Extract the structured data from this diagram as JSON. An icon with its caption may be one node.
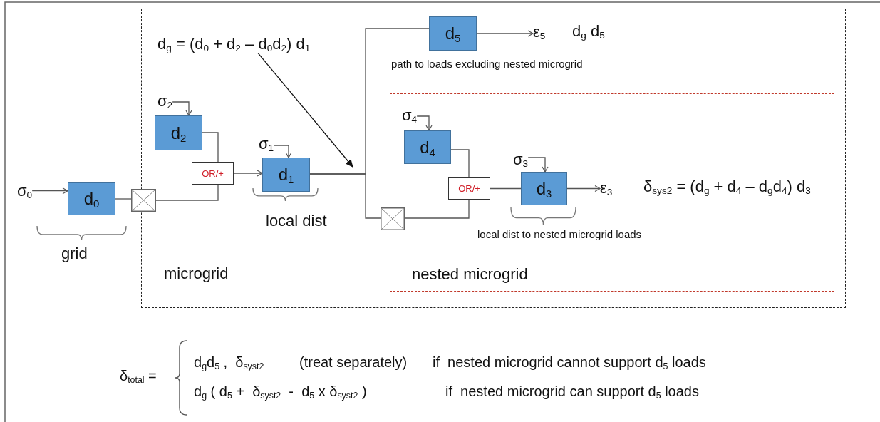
{
  "diagram": {
    "nodes": [
      {
        "text": [
          "microgrid"
        ]
      },
      {
        "text": [
          "nested microgrid"
        ],
        "in": 0
      },
      {
        "text": [
          "σ$_{0}$"
        ]
      },
      {
        "text": [
          "d$_{0}$"
        ],
        "beside": [
          "grid"
        ]
      },
      {
        "text": [],
        "shape": "box"
      },
      {
        "text": [
          "d$_{2}$"
        ],
        "in": 0
      },
      {
        "text": [
          "σ$_{2}$"
        ],
        "in": 0
      },
      {
        "text": [
          "OR/+"
        ],
        "in": 0
      },
      {
        "text": [
          "σ$_{1}$"
        ],
        "in": 0
      },
      {
        "text": [
          "d$_{1}$"
        ],
        "in": 0,
        "beside": [
          "local dist"
        ]
      },
      {
        "text": [
          "d$_{g}$ = (d$_{0}$ + d$_{2}$ – d$_{0}$d$_{2}$) d$_{1}$"
        ],
        "in": 0
      },
      {
        "text": [
          "d$_{5}$"
        ],
        "in": 0,
        "beside": [
          "path to loads excluding nested microgrid"
        ]
      },
      {
        "text": [
          "ε$_{5}$"
        ],
        "in": 0
      },
      {
        "text": [],
        "shape": "box",
        "in": 0
      },
      {
        "text": [
          "σ$_{4}$"
        ],
        "in": 1
      },
      {
        "text": [
          "d$_{4}$"
        ],
        "in": 1
      },
      {
        "text": [
          "OR/+"
        ],
        "in": 1
      },
      {
        "text": [
          "σ$_{3}$"
        ],
        "in": 1
      },
      {
        "text": [
          "d$_{3}$"
        ],
        "in": 1,
        "beside": [
          "local dist to nested microgrid loads"
        ]
      },
      {
        "text": [
          "ε$_{3}$"
        ],
        "in": 1
      }
    ],
    "edges": [
      {
        "from": 2,
        "to": 3,
        "arrow": "to"
      },
      {
        "from": 3,
        "to": 4,
        "arrow": "none"
      },
      {
        "from": 4,
        "to": 7,
        "arrow": "none"
      },
      {
        "from": 5,
        "to": 7,
        "arrow": "none"
      },
      {
        "from": 7,
        "to": 9,
        "arrow": "to"
      },
      {
        "from": 6,
        "to": 5,
        "arrow": "to"
      },
      {
        "from": 8,
        "to": 9,
        "arrow": "to"
      },
      {
        "from": 9,
        "to": 11,
        "arrow": "none"
      },
      {
        "from": 9,
        "to": 13,
        "arrow": "none"
      },
      {
        "from": 10,
        "to": null,
        "arrow": "to"
      },
      {
        "from": 11,
        "to": 12,
        "arrow": "to"
      },
      {
        "from": 13,
        "to": 16,
        "arrow": "none"
      },
      {
        "from": 15,
        "to": 16,
        "arrow": "none"
      },
      {
        "from": 16,
        "to": 18,
        "arrow": "none"
      },
      {
        "from": 14,
        "to": 15,
        "arrow": "to"
      },
      {
        "from": 17,
        "to": 18,
        "arrow": "to"
      },
      {
        "from": 18,
        "to": 19,
        "arrow": "to"
      }
    ],
    "labels": [
      "d$_{g}$ d$_{5}$",
      "δ$_{sys2}$ = (d$_{g}$ + d$_{4}$ – d$_{g}$d$_{4}$) d$_{3}$",
      "δ$_{total}$ =",
      "d$_{g}$d$_{5}$ ,  δ$_{syst2}$",
      "(treat separately)",
      "if  nested microgrid cannot support d$_{5}$ loads",
      "d$_{g}$ ( d$_{5}$ +  δ$_{syst2}$  -  d$_{5}$ x δ$_{syst2}$ )",
      "if  nested microgrid can support d$_{5}$ loads"
    ]
  }
}
